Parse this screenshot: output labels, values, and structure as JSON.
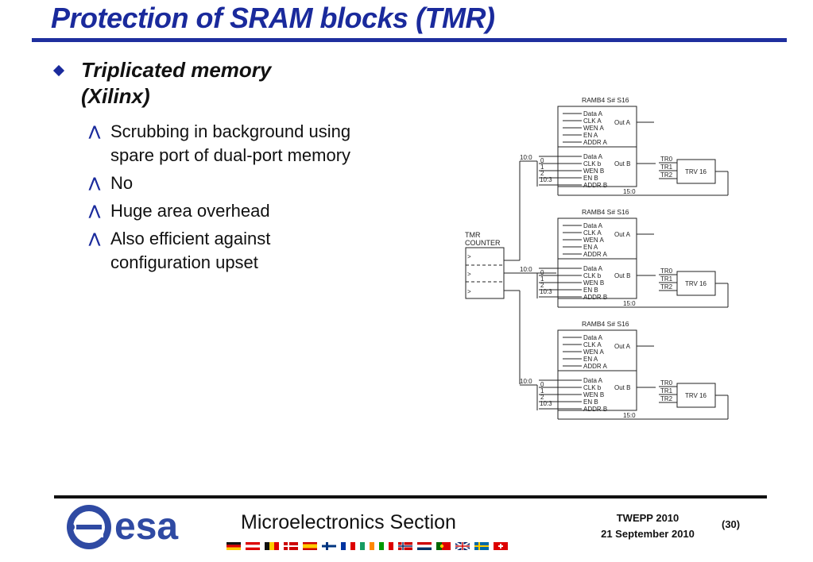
{
  "slide": {
    "title": "Protection of SRAM blocks (TMR)",
    "bullet": "Triplicated memory (Xilinx)",
    "subbullets": [
      "Scrubbing in background using spare port of dual-port memory",
      "No",
      "Huge area overhead",
      "Also efficient against configuration upset"
    ]
  },
  "diagram": {
    "counter_label_1": "TMR",
    "counter_label_2": "COUNTER",
    "block_title": "RAMB4 S# S16",
    "port_a_inputs": [
      "Data A",
      "CLK A",
      "WEN A",
      "EN A",
      "ADDR A"
    ],
    "out_a": "Out A",
    "port_b_inputs": [
      "Data A",
      "CLK b",
      "WEN B",
      "EN B",
      "ADDR B"
    ],
    "out_b": "Out B",
    "bus_labels": [
      "0",
      "1",
      "2",
      "10:3"
    ],
    "bus_in": [
      "10:0",
      "10:0",
      "10:0"
    ],
    "tr_labels": [
      "TR0",
      "TR1",
      "TR2"
    ],
    "voter": "TRV 16",
    "bus_out": "15:0"
  },
  "footer": {
    "logo_text": "esa",
    "section": "Microelectronics Section",
    "event": "TWEPP 2010",
    "date": "21 September 2010",
    "page": "(30)"
  },
  "colors": {
    "title": "#1a2a9c",
    "logo": "#2f4aa3",
    "rule": "#1f2f9e"
  }
}
